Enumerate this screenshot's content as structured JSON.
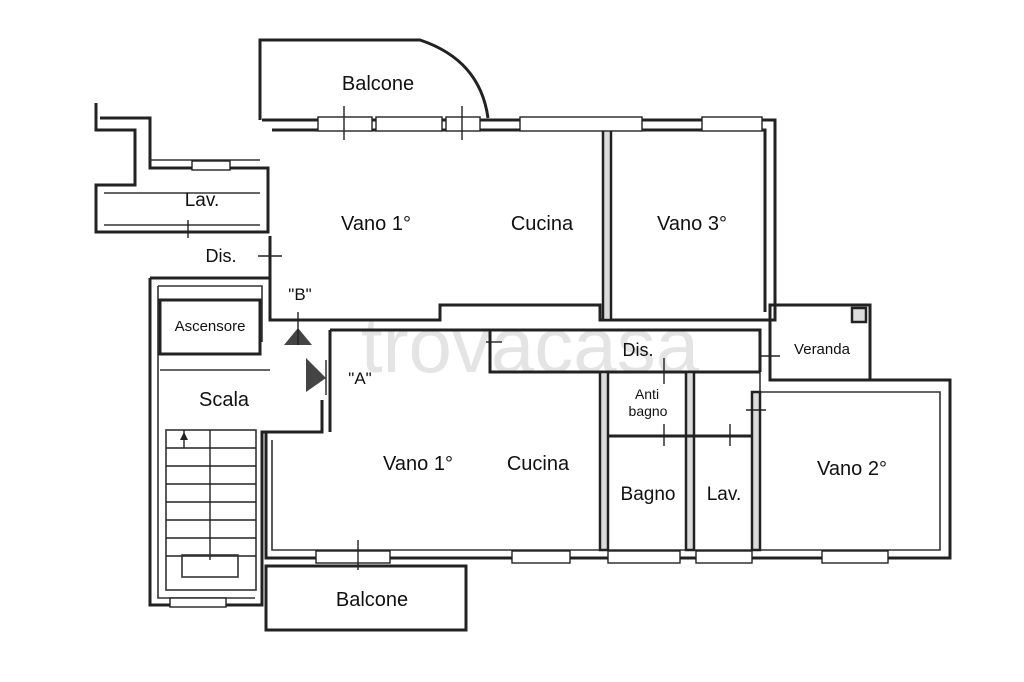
{
  "rooms": {
    "balcone_top": "Balcone",
    "lav_top": "Lav.",
    "dis_top": "Dis.",
    "vano1_top": "Vano 1°",
    "cucina_top": "Cucina",
    "vano3": "Vano 3°",
    "marker_b": "\"B\"",
    "ascensore": "Ascensore",
    "scala": "Scala",
    "marker_a": "\"A\"",
    "dis_mid": "Dis.",
    "veranda": "Veranda",
    "antibagno_1": "Anti",
    "antibagno_2": "bagno",
    "vano1_bottom": "Vano 1°",
    "cucina_bottom": "Cucina",
    "bagno": "Bagno",
    "lav_bottom": "Lav.",
    "vano2": "Vano 2°",
    "balcone_bottom": "Balcone"
  },
  "watermark": "trovacasa",
  "colors": {
    "wall": "#222222",
    "wall_fill": "#dcdcdc",
    "background": "#ffffff"
  }
}
